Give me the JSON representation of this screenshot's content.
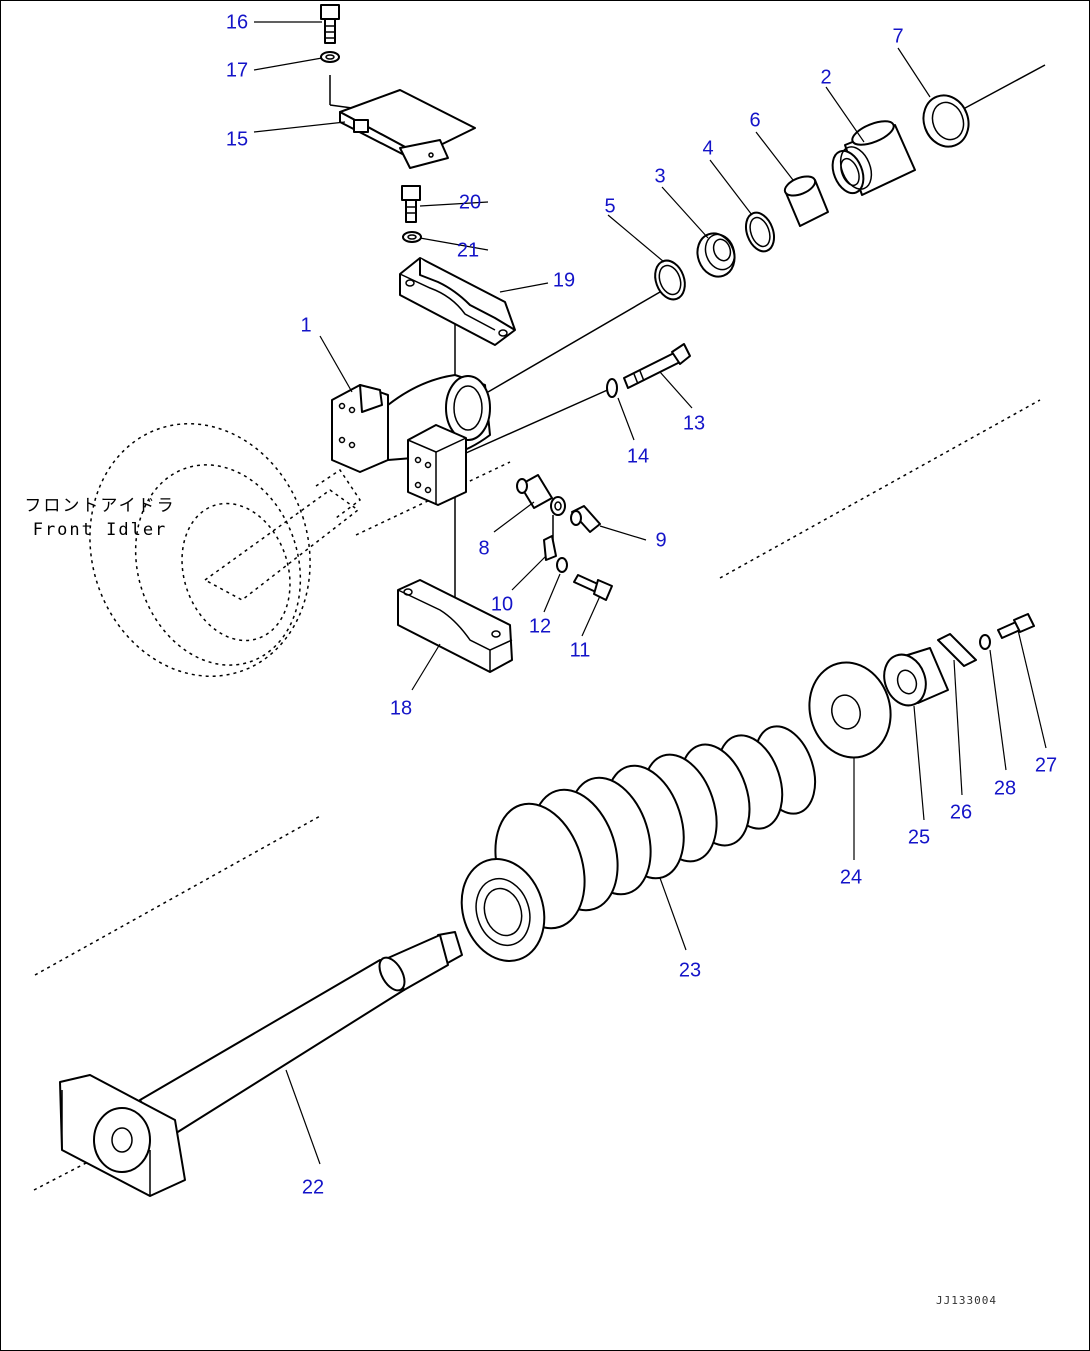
{
  "reference_label": {
    "japanese": "フロントアイドラ",
    "english": "Front Idler"
  },
  "drawing_code": "JJ133004",
  "callouts": {
    "p1": "1",
    "p2": "2",
    "p3": "3",
    "p4": "4",
    "p5": "5",
    "p6": "6",
    "p7": "7",
    "p8": "8",
    "p9": "9",
    "p10": "10",
    "p11": "11",
    "p12": "12",
    "p13": "13",
    "p14": "14",
    "p15": "15",
    "p16": "16",
    "p17": "17",
    "p18": "18",
    "p19": "19",
    "p20": "20",
    "p21": "21",
    "p22": "22",
    "p23": "23",
    "p24": "24",
    "p25": "25",
    "p26": "26",
    "p27": "27",
    "p28": "28"
  },
  "colors": {
    "callout": "#1414c8",
    "line": "#000000"
  }
}
